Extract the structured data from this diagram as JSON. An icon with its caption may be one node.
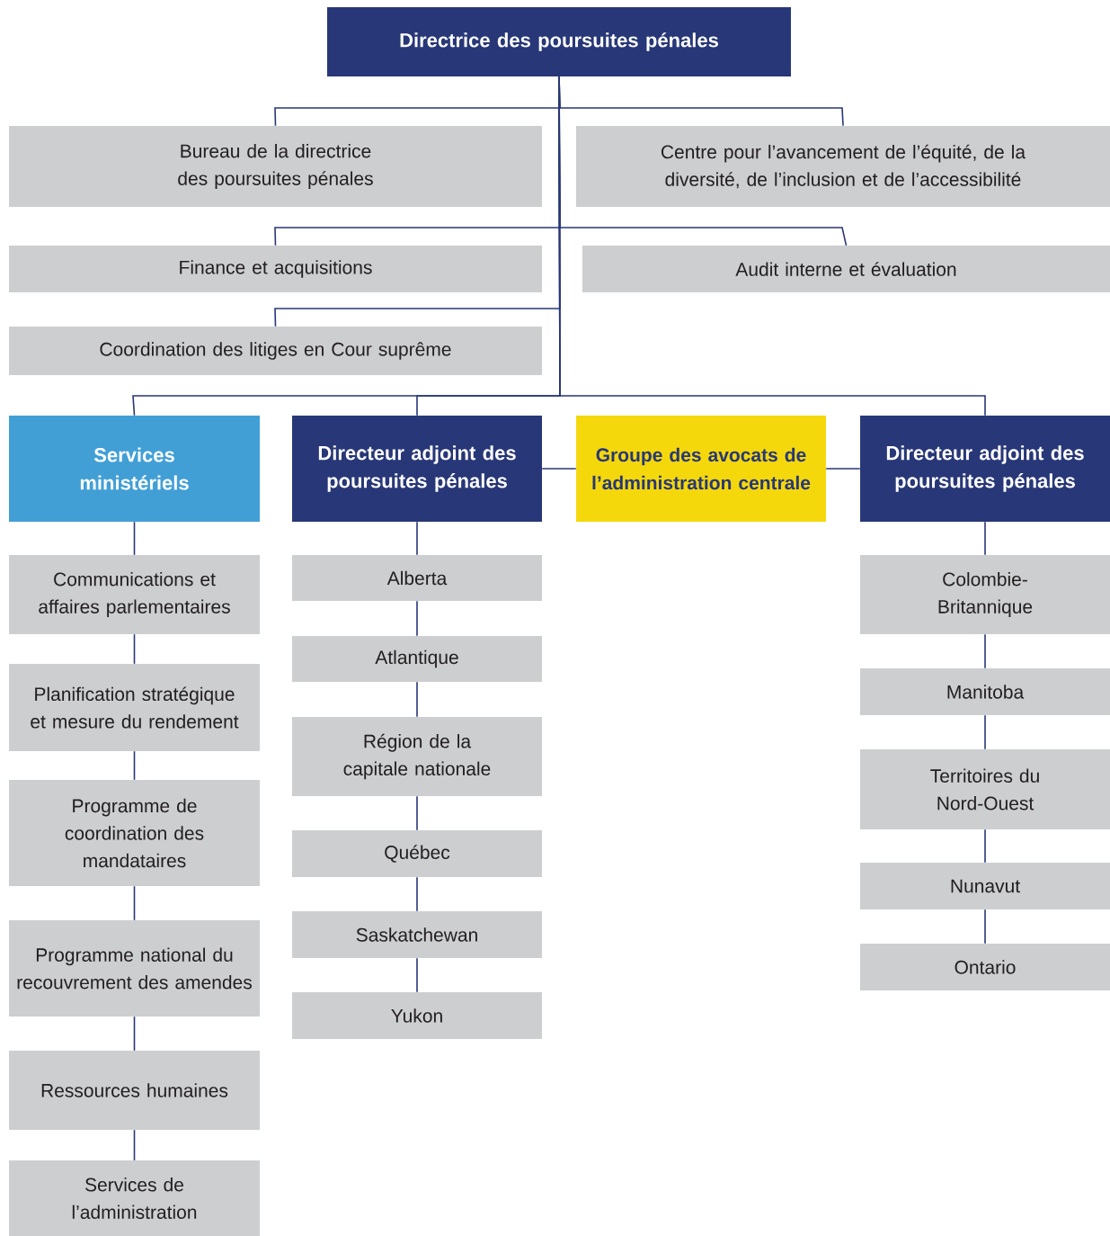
{
  "diagram": {
    "nodes": [
      {
        "text": [
          "Directrice des poursuites pénales"
        ]
      },
      {
        "text": [
          "Bureau de la directrice des poursuites pénales"
        ]
      },
      {
        "text": [
          "Centre pour l’avancement de l’équité, de la diversité, de l’inclusion et de l’accessibilité"
        ]
      },
      {
        "text": [
          "Finance et acquisitions"
        ]
      },
      {
        "text": [
          "Audit interne et évaluation"
        ]
      },
      {
        "text": [
          "Coordination des litiges en Cour suprême"
        ]
      },
      {
        "text": [
          "Services ministériels"
        ]
      },
      {
        "text": [
          "Directeur adjoint des poursuites pénales"
        ]
      },
      {
        "text": [
          "Groupe des avocats de l’administration centrale"
        ]
      },
      {
        "text": [
          "Directeur adjoint des poursuites pénales"
        ]
      },
      {
        "text": [
          "Communications et affaires parlementaires"
        ]
      },
      {
        "text": [
          "Planification stratégique et mesure du rendement"
        ]
      },
      {
        "text": [
          "Programme de coordination des mandataires"
        ]
      },
      {
        "text": [
          "Programme national du recouvrement des amendes"
        ]
      },
      {
        "text": [
          "Ressources humaines"
        ]
      },
      {
        "text": [
          "Services de l’administration"
        ]
      },
      {
        "text": [
          "Alberta"
        ]
      },
      {
        "text": [
          "Atlantique"
        ]
      },
      {
        "text": [
          "Région de la capitale nationale"
        ]
      },
      {
        "text": [
          "Québec"
        ]
      },
      {
        "text": [
          "Saskatchewan"
        ]
      },
      {
        "text": [
          "Yukon"
        ]
      },
      {
        "text": [
          "Colombie-Britannique"
        ]
      },
      {
        "text": [
          "Manitoba"
        ]
      },
      {
        "text": [
          "Territoires du Nord-Ouest"
        ]
      },
      {
        "text": [
          "Nunavut"
        ]
      },
      {
        "text": [
          "Ontario"
        ]
      }
    ],
    "edges": [
      {
        "from": 0,
        "to": 1,
        "arrow": "none"
      },
      {
        "from": 0,
        "to": 2,
        "arrow": "none"
      },
      {
        "from": 0,
        "to": 3,
        "arrow": "none"
      },
      {
        "from": 0,
        "to": 4,
        "arrow": "none"
      },
      {
        "from": 0,
        "to": 5,
        "arrow": "none"
      },
      {
        "from": 0,
        "to": 6,
        "arrow": "none"
      },
      {
        "from": 0,
        "to": 7,
        "arrow": "none"
      },
      {
        "from": 0,
        "to": 9,
        "arrow": "none"
      },
      {
        "from": 7,
        "to": 8,
        "arrow": "none"
      },
      {
        "from": 8,
        "to": 9,
        "arrow": "none"
      },
      {
        "from": 6,
        "to": 10,
        "arrow": "none"
      },
      {
        "from": 10,
        "to": 11,
        "arrow": "none"
      },
      {
        "from": 11,
        "to": 12,
        "arrow": "none"
      },
      {
        "from": 12,
        "to": 13,
        "arrow": "none"
      },
      {
        "from": 13,
        "to": 14,
        "arrow": "none"
      },
      {
        "from": 14,
        "to": 15,
        "arrow": "none"
      },
      {
        "from": 7,
        "to": 16,
        "arrow": "none"
      },
      {
        "from": 16,
        "to": 17,
        "arrow": "none"
      },
      {
        "from": 17,
        "to": 18,
        "arrow": "none"
      },
      {
        "from": 18,
        "to": 19,
        "arrow": "none"
      },
      {
        "from": 19,
        "to": 20,
        "arrow": "none"
      },
      {
        "from": 20,
        "to": 21,
        "arrow": "none"
      },
      {
        "from": 9,
        "to": 22,
        "arrow": "none"
      },
      {
        "from": 22,
        "to": 23,
        "arrow": "none"
      },
      {
        "from": 23,
        "to": 24,
        "arrow": "none"
      },
      {
        "from": 24,
        "to": 25,
        "arrow": "none"
      },
      {
        "from": 25,
        "to": 26,
        "arrow": "none"
      }
    ]
  }
}
